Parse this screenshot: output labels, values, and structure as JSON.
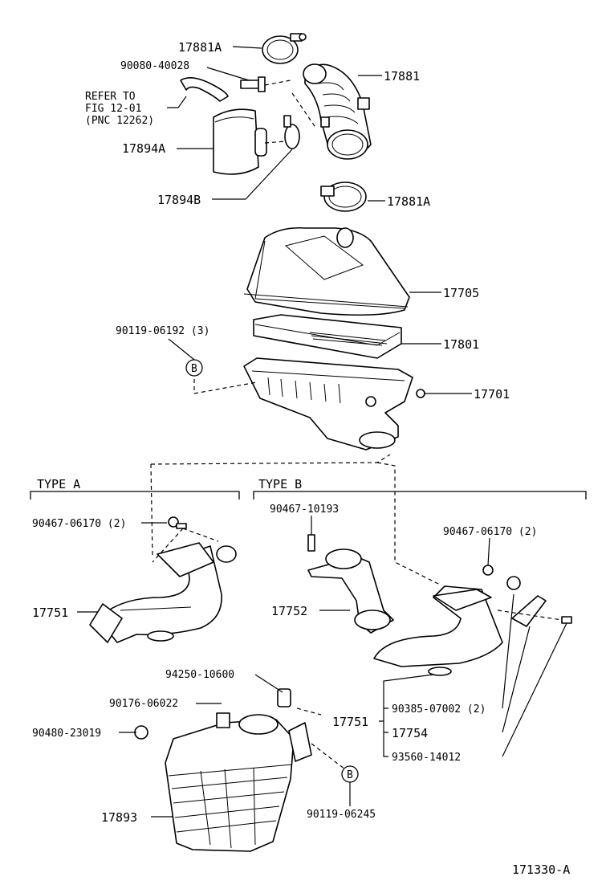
{
  "labels": {
    "l17881a_top": "17881A",
    "l90080": "90080-40028",
    "l17881": "17881",
    "refer1": "REFER TO",
    "refer2": "FIG 12-01",
    "refer3": "(PNC 12262)",
    "l17894a": "17894A",
    "l17894b": "17894B",
    "l17881a_bot": "17881A",
    "l17705": "17705",
    "l90119_06192": "90119-06192 (3)",
    "l17801": "17801",
    "l17701": "17701",
    "typeA": "TYPE A",
    "typeB": "TYPE B",
    "l90467_06170_a": "90467-06170 (2)",
    "l90467_10193": "90467-10193",
    "l90467_06170_b": "90467-06170 (2)",
    "l17751_a": "17751",
    "l17752": "17752",
    "l94250": "94250-10600",
    "l90176": "90176-06022",
    "l90480": "90480-23019",
    "l17751_b": "17751",
    "l90385": "90385-07002 (2)",
    "l17754": "17754",
    "l93560": "93560-14012",
    "l17893": "17893",
    "l90119_06245": "90119-06245",
    "b_mark_1": "B",
    "b_mark_2": "B",
    "fig_code": "171330-A"
  }
}
